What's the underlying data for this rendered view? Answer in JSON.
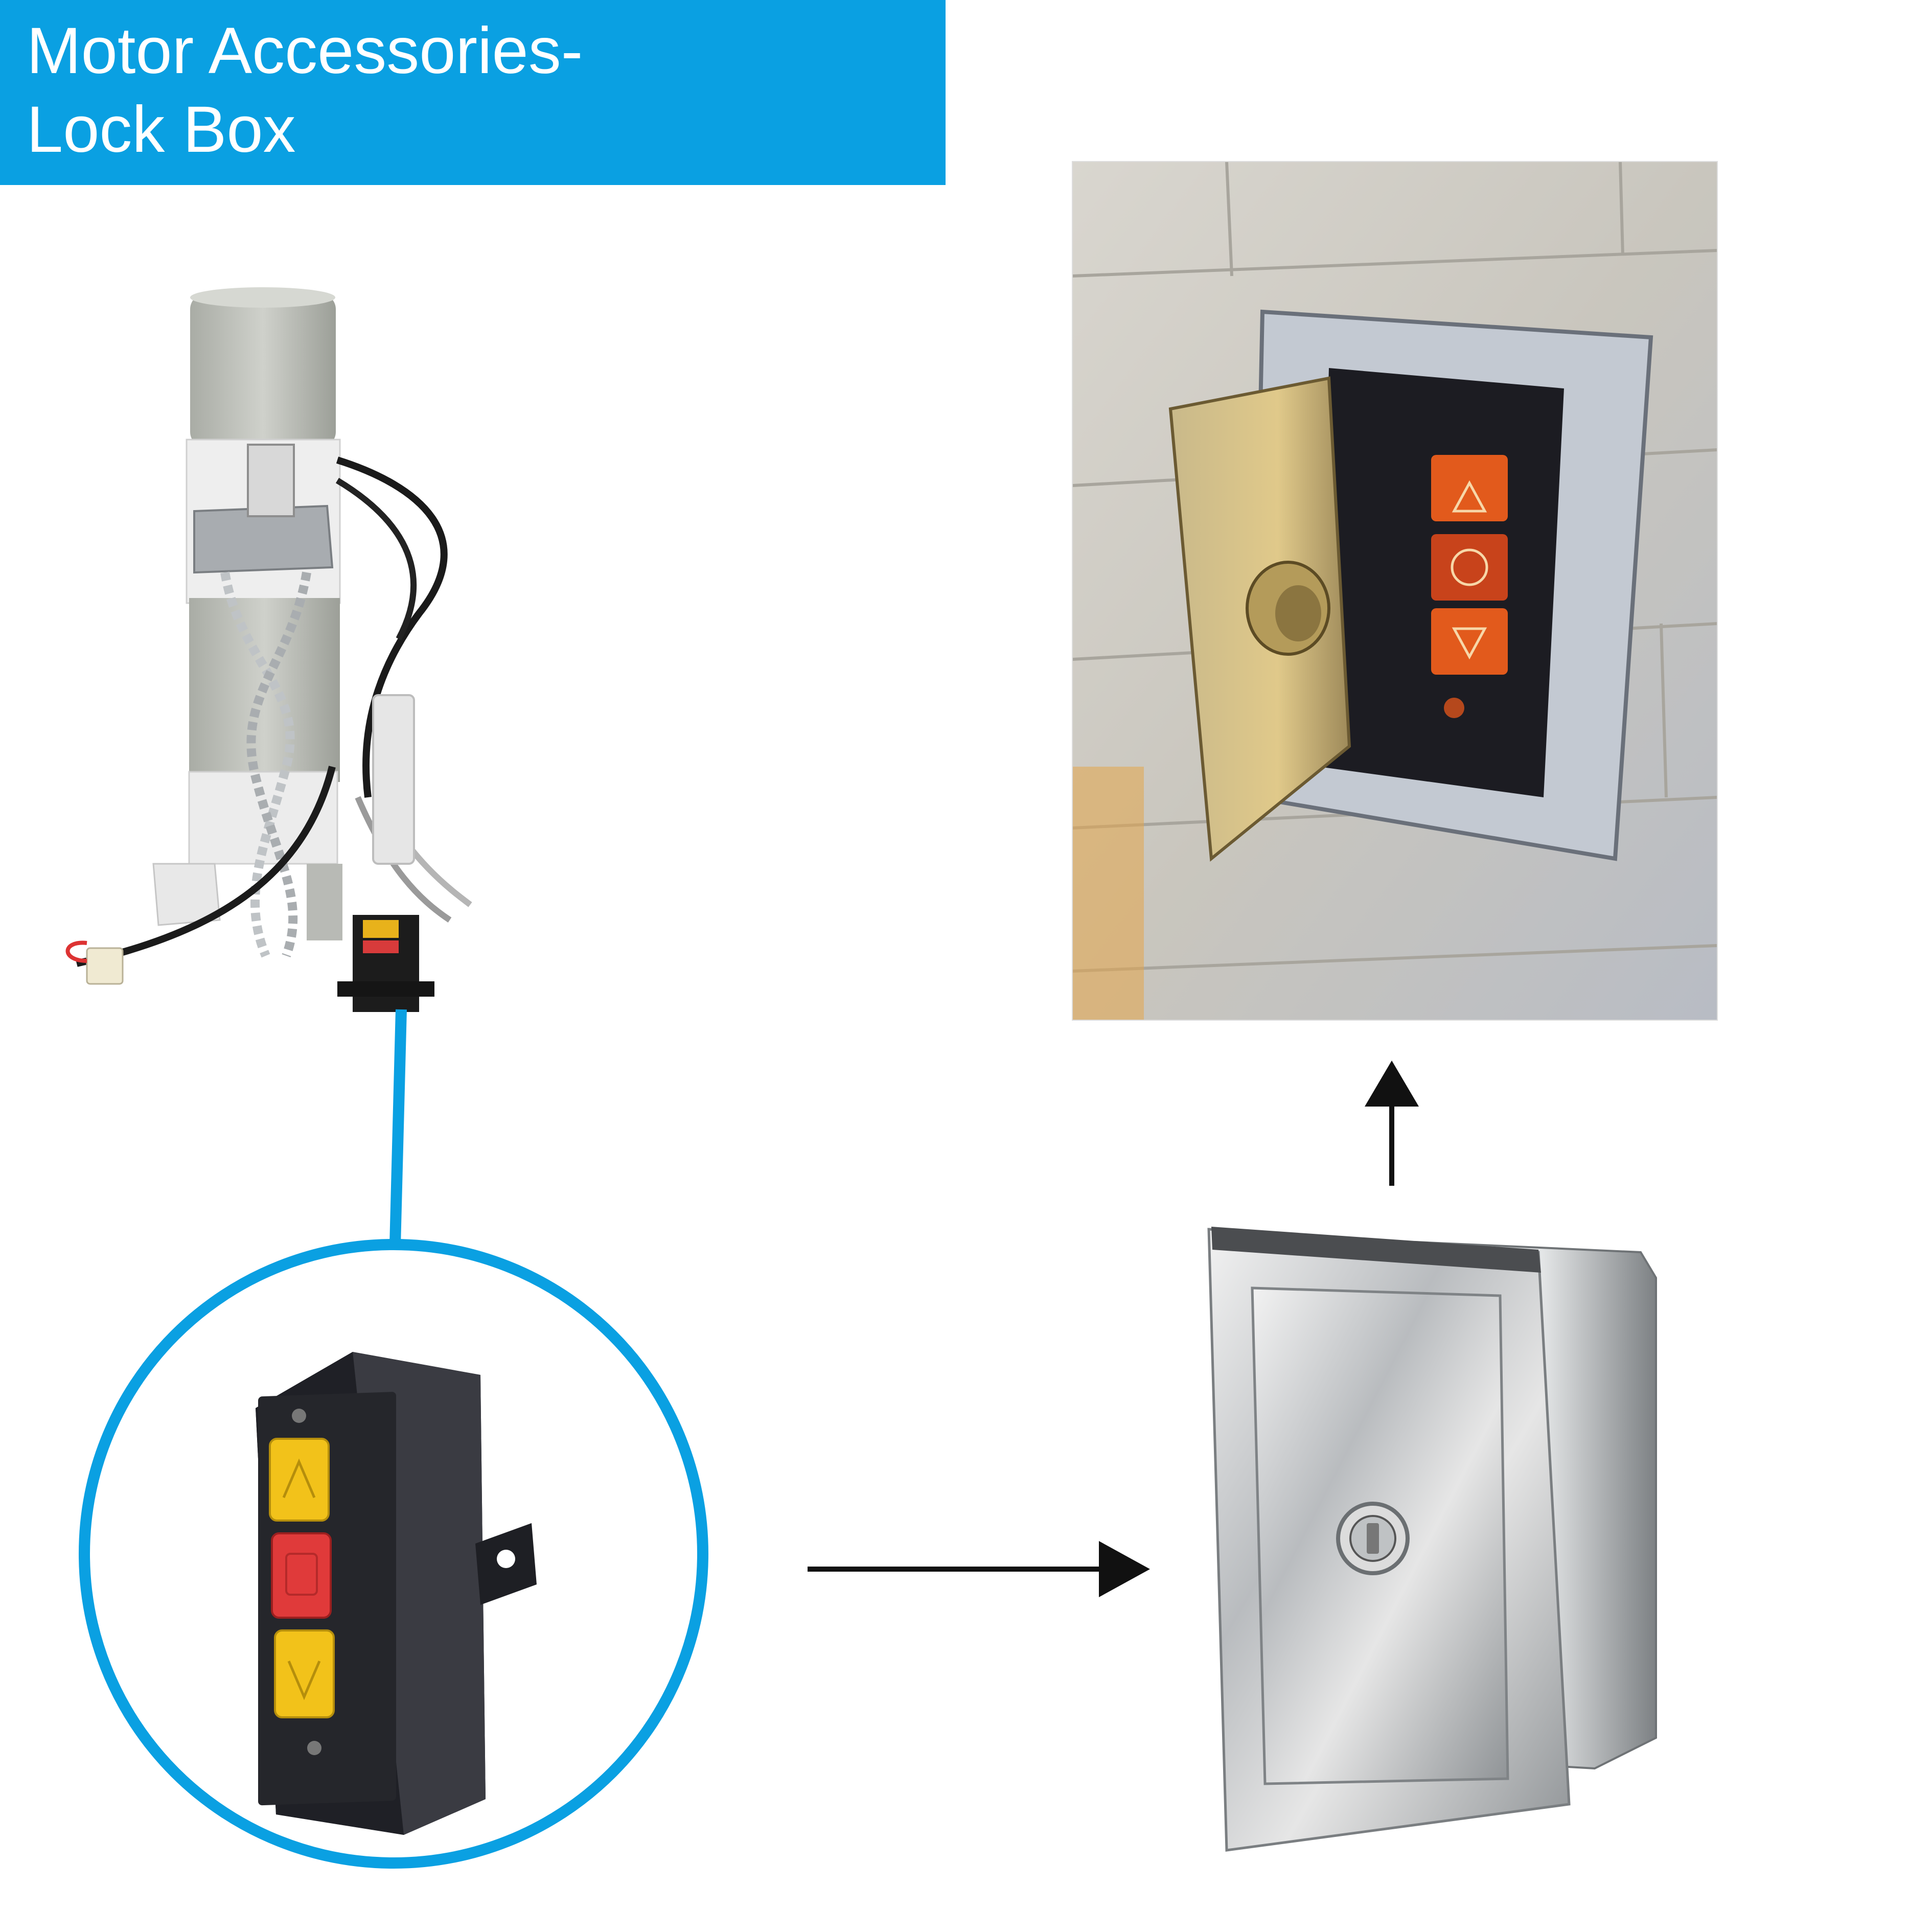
{
  "header": {
    "title_line1": "Motor Accessories-",
    "title_line2": "Lock Box"
  },
  "colors": {
    "accent": "#0aa0e2",
    "arrow": "#111111",
    "button_yellow": "#f2c21a",
    "button_red": "#e03a3a",
    "button_orange_lit": "#e25a1c"
  },
  "items": {
    "motor": "tubular-rolling-door-motor",
    "control": "three-button-control-switch",
    "lockbox": "stainless-lock-box-closed",
    "installed": "lock-box-installed-open-on-wall"
  },
  "icons": {
    "up": "triangle-up-icon",
    "stop": "circle-stop-icon",
    "down": "triangle-down-icon",
    "key": "key-lock-icon"
  }
}
